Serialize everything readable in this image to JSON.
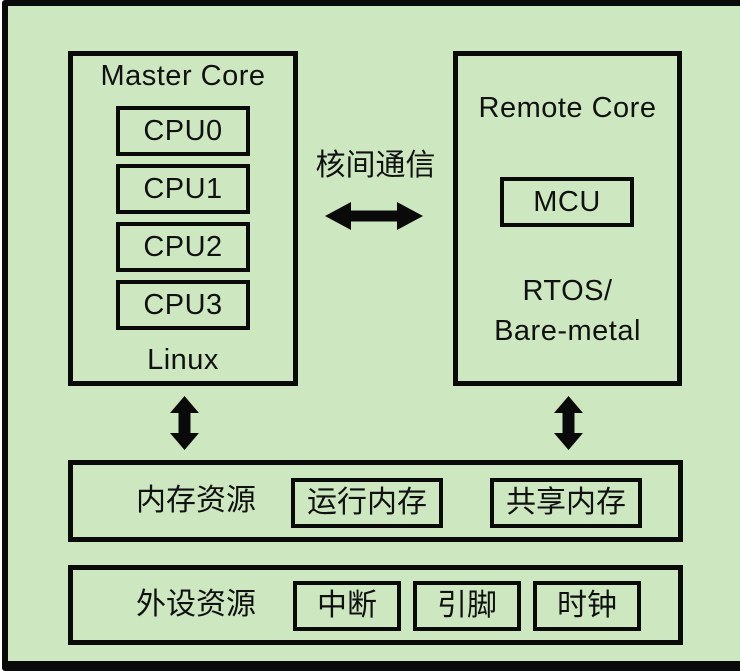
{
  "colors": {
    "background": "#cde8c1",
    "line": "#0a0a0a",
    "text": "#111111"
  },
  "master_core": {
    "title": "Master Core",
    "cpus": [
      "CPU0",
      "CPU1",
      "CPU2",
      "CPU3"
    ],
    "os_label": "Linux"
  },
  "remote_core": {
    "title": "Remote Core",
    "mcu_label": "MCU",
    "runtime_line1": "RTOS/",
    "runtime_line2": "Bare-metal"
  },
  "interconnect": {
    "label": "核间通信"
  },
  "memory": {
    "label": "内存资源",
    "items": [
      "运行内存",
      "共享内存"
    ]
  },
  "peripherals": {
    "label": "外设资源",
    "items": [
      "中断",
      "引脚",
      "时钟"
    ]
  }
}
